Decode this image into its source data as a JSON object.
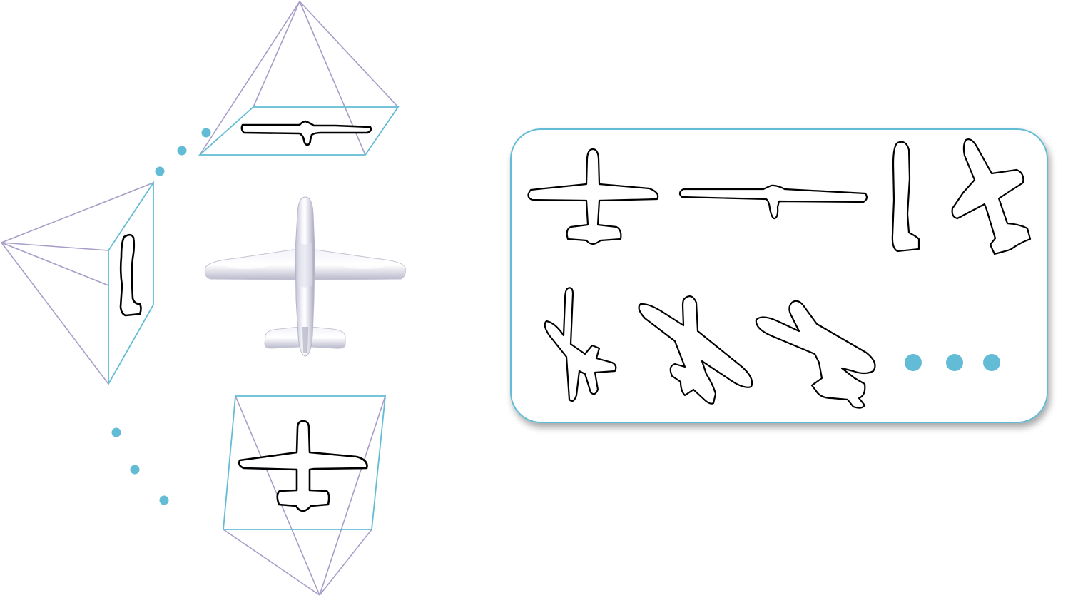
{
  "colors": {
    "frustum_edge": "#a89cc8",
    "image_plane_edge": "#63bcd5",
    "ellipsis_dot": "#63bcd5",
    "panel_border": "#63bcd5",
    "silhouette": "#000000",
    "model_shade": "#d9d9e6"
  },
  "views": [
    {
      "name": "top-camera-view",
      "silhouette": "side-airplane-silhouette"
    },
    {
      "name": "left-camera-view",
      "silhouette": "nose-airplane-silhouette"
    },
    {
      "name": "bottom-camera-view",
      "silhouette": "top-down-airplane-silhouette"
    }
  ],
  "model": {
    "icon": "airplane-3d-model"
  },
  "panel": {
    "silhouettes": [
      "top-down-airplane-silhouette",
      "side-airplane-silhouette",
      "nose-airplane-silhouette",
      "rotated-airplane-silhouette",
      "tilted-airplane-silhouette",
      "diagonal-airplane-silhouette",
      "diagonal-airplane-silhouette-2"
    ],
    "ellipsis": "more-views"
  }
}
